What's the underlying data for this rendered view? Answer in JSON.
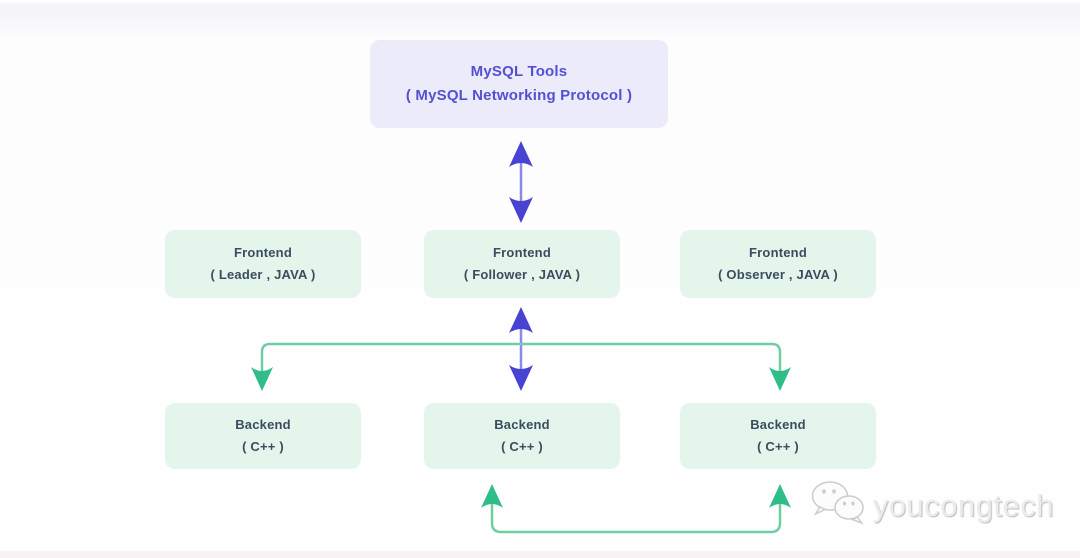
{
  "diagram": {
    "top_node": {
      "line1": "MySQL Tools",
      "line2": "( MySQL Networking Protocol )"
    },
    "frontend_nodes": [
      {
        "line1": "Frontend",
        "line2": "( Leader , JAVA )"
      },
      {
        "line1": "Frontend",
        "line2": "( Follower , JAVA )"
      },
      {
        "line1": "Frontend",
        "line2": "( Observer , JAVA )"
      }
    ],
    "backend_nodes": [
      {
        "line1": "Backend",
        "line2": "( C++ )"
      },
      {
        "line1": "Backend",
        "line2": "( C++ )"
      },
      {
        "line1": "Backend",
        "line2": "( C++ )"
      }
    ],
    "connectors": [
      "tools-frontend-bidirectional",
      "frontend-backend-bidirectional",
      "frontend-to-left-right-backends",
      "backend-to-backend-replication"
    ],
    "colors": {
      "top_node_bg": "#ECEBFA",
      "top_node_text": "#5450D4",
      "node_bg": "#E4F5EC",
      "node_text": "#3C4C5E",
      "blue_arrow": "#4843D3",
      "blue_arrow_shaft": "#8B89E6",
      "green_arrow": "#2FBE87",
      "green_arrow_shaft": "#6FCFA4"
    },
    "icons": {
      "watermark_logo": "wechat-speech-bubbles-icon"
    }
  },
  "watermark": {
    "text": "youcongtech"
  }
}
